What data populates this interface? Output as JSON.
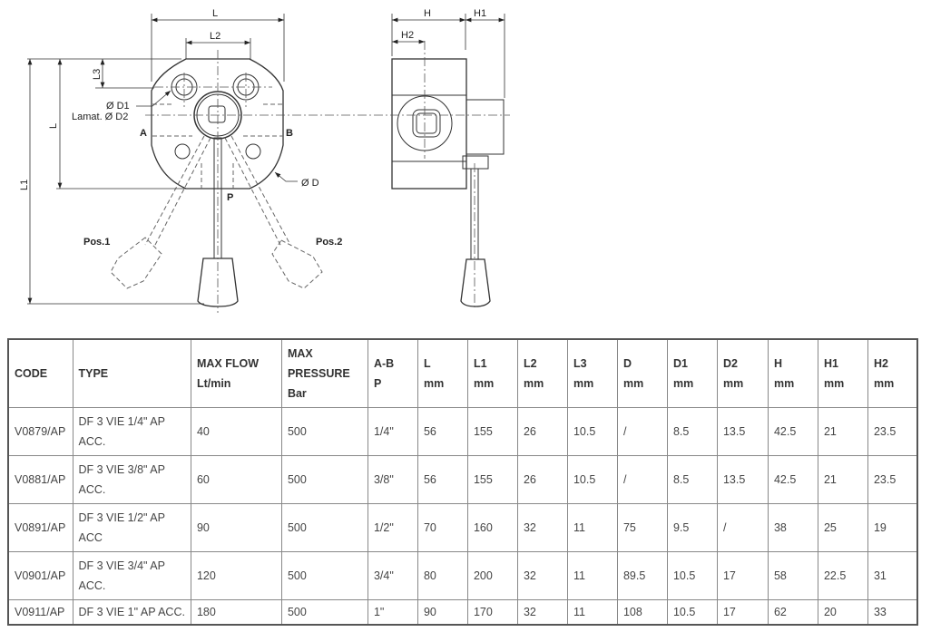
{
  "drawing": {
    "labels": {
      "L_top": "L",
      "L2": "L2",
      "L3": "L3",
      "L_side": "L",
      "L1": "L1",
      "D1": "Ø D1",
      "D2": "Lamat. Ø D2",
      "A": "A",
      "B": "B",
      "P": "P",
      "D": "Ø D",
      "pos1": "Pos.1",
      "pos2": "Pos.2",
      "H": "H",
      "H1": "H1",
      "H2": "H2"
    }
  },
  "table": {
    "headers": [
      [
        "CODE"
      ],
      [
        "TYPE"
      ],
      [
        "MAX FLOW",
        "Lt/min"
      ],
      [
        "MAX",
        "PRESSURE",
        "Bar"
      ],
      [
        "A-B",
        "P"
      ],
      [
        "L",
        "mm"
      ],
      [
        "L1",
        "mm"
      ],
      [
        "L2",
        "mm"
      ],
      [
        "L3",
        "mm"
      ],
      [
        "D",
        "mm"
      ],
      [
        "D1",
        "mm"
      ],
      [
        "D2",
        "mm"
      ],
      [
        "H",
        "mm"
      ],
      [
        "H1",
        "mm"
      ],
      [
        "H2",
        "mm"
      ]
    ],
    "rows": [
      [
        "V0879/AP",
        "DF 3 VIE 1/4\" AP ACC.",
        "40",
        "500",
        "1/4\"",
        "56",
        "155",
        "26",
        "10.5",
        "/",
        "8.5",
        "13.5",
        "42.5",
        "21",
        "23.5"
      ],
      [
        "V0881/AP",
        "DF 3 VIE 3/8\" AP ACC.",
        "60",
        "500",
        "3/8\"",
        "56",
        "155",
        "26",
        "10.5",
        "/",
        "8.5",
        "13.5",
        "42.5",
        "21",
        "23.5"
      ],
      [
        "V0891/AP",
        "DF 3 VIE 1/2\" AP ACC",
        "90",
        "500",
        "1/2\"",
        "70",
        "160",
        "32",
        "11",
        "75",
        "9.5",
        "/",
        "38",
        "25",
        "19"
      ],
      [
        "V0901/AP",
        "DF 3 VIE 3/4\" AP ACC.",
        "120",
        "500",
        "3/4\"",
        "80",
        "200",
        "32",
        "11",
        "89.5",
        "10.5",
        "17",
        "58",
        "22.5",
        "31"
      ],
      [
        "V0911/AP",
        "DF 3 VIE 1\" AP ACC.",
        "180",
        "500",
        "1\"",
        "90",
        "170",
        "32",
        "11",
        "108",
        "10.5",
        "17",
        "62",
        "20",
        "33"
      ]
    ]
  }
}
